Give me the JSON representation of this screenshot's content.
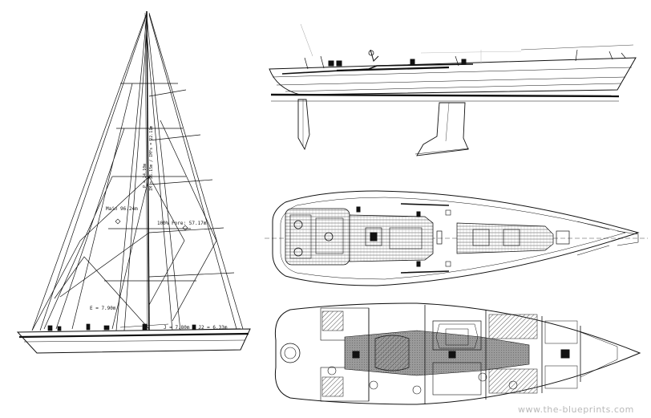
{
  "sail_plan": {
    "mainsail_label": "Main 96.24m",
    "genoa_label": "100% Fore: 57.17m",
    "e_label": "E = 7.90m",
    "j_label": "J = 7.80m / J2 = 6.33m",
    "p_label": "P = 24.10m",
    "i_label": "IM = 26.15m / IMFs = 22.11m"
  },
  "watermark": "www.the-blueprints.com",
  "colors": {
    "line": "#111111",
    "hatch": "#777777",
    "shade": "#8a8a8a",
    "watermark": "#b9b9b9"
  }
}
